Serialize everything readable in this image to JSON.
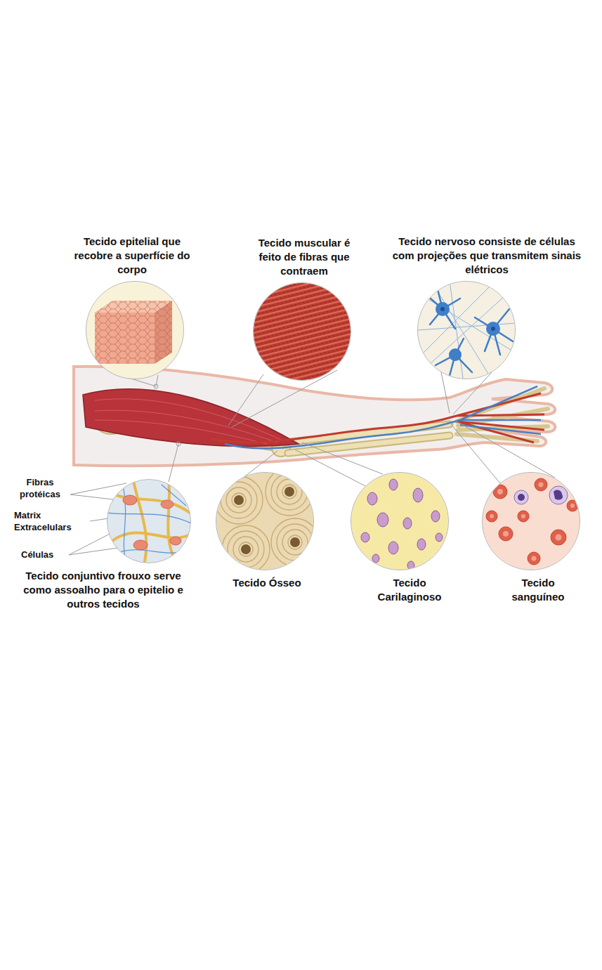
{
  "diagram": {
    "nodes": [
      {
        "text": [
          "Tecido epitelial que recobre a superfície do corpo"
        ]
      },
      {
        "text": [
          "Tecido muscular é feito de fibras que contraem"
        ]
      },
      {
        "text": [
          "Tecido nervoso consiste de células com projeções que transmitem sinais elétricos"
        ]
      },
      {
        "text": [
          "Tecido conjuntivo frouxo serve como assoalho para o epitelio e outros tecidos"
        ]
      },
      {
        "text": [
          "Tecido Ósseo"
        ]
      },
      {
        "text": [
          "Tecido Carilaginoso"
        ]
      },
      {
        "text": [
          "Tecido sanguíneo"
        ]
      }
    ],
    "labels": [
      "Fibras protéicas",
      "Matrix Extracelulars",
      "Células"
    ]
  }
}
